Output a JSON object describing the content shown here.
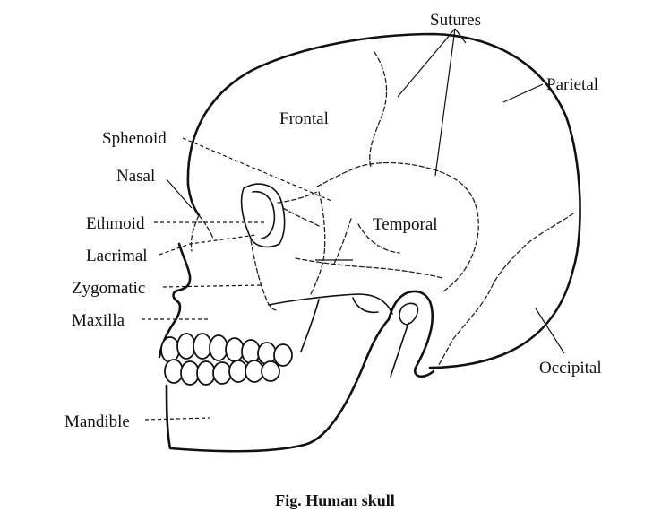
{
  "labels": {
    "sutures": "Sutures",
    "parietal": "Parietal",
    "frontal": "Frontal",
    "sphenoid": "Sphenoid",
    "nasal": "Nasal",
    "temporal": "Temporal",
    "ethmoid": "Ethmoid",
    "lacrimal": "Lacrimal",
    "zygomatic": "Zygomatic",
    "maxilla": "Maxilla",
    "mandible": "Mandible",
    "occipital": "Occipital"
  },
  "caption": "Fig. Human skull"
}
